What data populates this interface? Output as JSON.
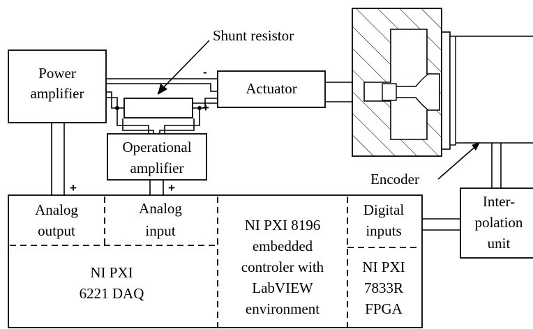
{
  "labels": {
    "shunt_resistor": "Shunt resistor",
    "power_amplifier": [
      "Power",
      "amplifier"
    ],
    "actuator": "Actuator",
    "operational_amplifier": [
      "Operational",
      "amplifier"
    ],
    "encoder": "Encoder",
    "interpolation_unit": [
      "Inter-",
      "polation",
      "unit"
    ],
    "analog_output": [
      "Analog",
      "output"
    ],
    "analog_input": [
      "Analog",
      "input"
    ],
    "daq": [
      "NI PXI",
      "6221 DAQ"
    ],
    "controller": [
      "NI PXI 8196",
      "embedded",
      "controler with",
      "LabVIEW",
      "environment"
    ],
    "digital_inputs": [
      "Digital",
      "inputs"
    ],
    "fpga": [
      "NI  PXI",
      "7833R",
      "FPGA"
    ]
  },
  "signs": {
    "minus": "-",
    "plus": "+"
  }
}
